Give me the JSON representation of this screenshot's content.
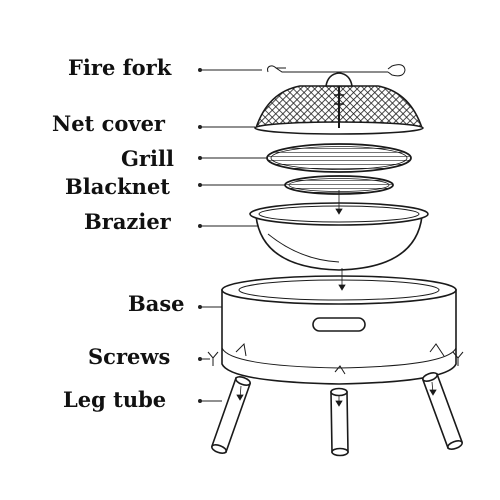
{
  "labels": {
    "fire_fork": "Fire fork",
    "net_cover": "Net cover",
    "grill": "Grill",
    "blacknet": "Blacknet",
    "brazier": "Brazier",
    "base": "Base",
    "screws": "Screws",
    "leg_tube": "Leg tube"
  },
  "colors": {
    "line": "#1a1a1a",
    "mesh_fill": "#2a2a2a",
    "background": "#ffffff"
  }
}
